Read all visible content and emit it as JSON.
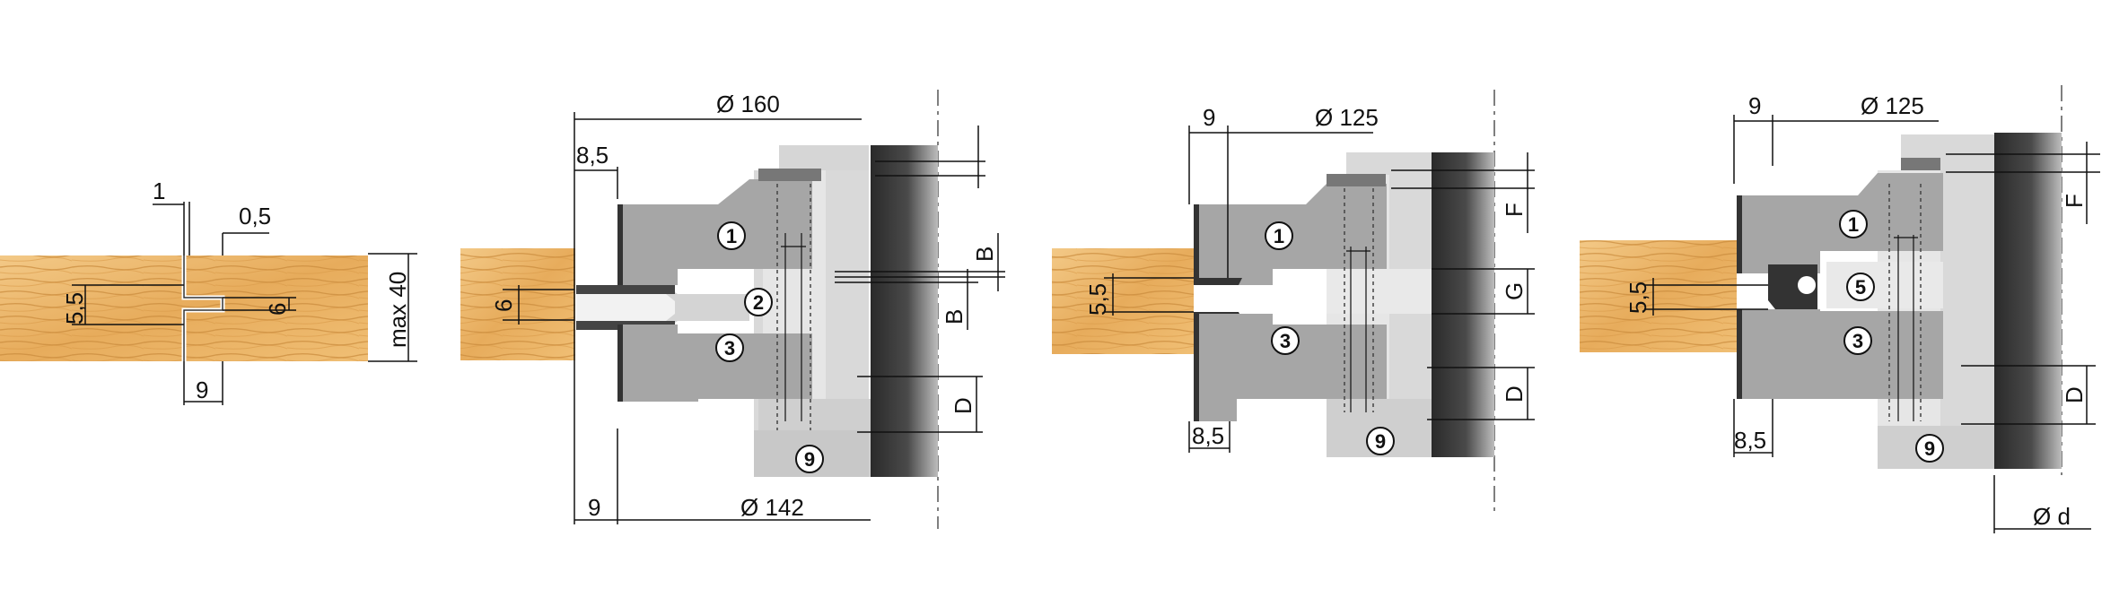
{
  "colors": {
    "wood_light": "#f0c27a",
    "wood_dark": "#d9943c",
    "steel": "#a9a9a9",
    "steel_light": "#d7d7d7",
    "steel_pale": "#e8e8e8",
    "spacer_dark": "#3a3a3a",
    "line": "#111111"
  },
  "diagram1": {
    "dim_1": "1",
    "dim_0_5": "0,5",
    "dim_5_5": "5,5",
    "dim_6": "6",
    "dim_9": "9",
    "dim_max40": "max 40"
  },
  "diagram2": {
    "dim_dia160": "Ø 160",
    "dim_8_5": "8,5",
    "dim_6": "6",
    "dim_9": "9",
    "dim_dia142": "Ø 142",
    "label_B_top": "B",
    "label_B_bottom": "B",
    "label_D": "D",
    "parts": [
      "1",
      "2",
      "3",
      "9"
    ]
  },
  "diagram3": {
    "dim_9": "9",
    "dim_dia125": "Ø 125",
    "dim_5_5": "5,5",
    "dim_8_5": "8,5",
    "label_F": "F",
    "label_G": "G",
    "label_D": "D",
    "parts": [
      "1",
      "3",
      "9"
    ]
  },
  "diagram4": {
    "dim_9": "9",
    "dim_dia125": "Ø 125",
    "dim_5_5": "5,5",
    "dim_8_5": "8,5",
    "label_F": "F",
    "label_D": "D",
    "dim_dia_d": "Ø d",
    "parts": [
      "1",
      "5",
      "3",
      "9"
    ]
  }
}
